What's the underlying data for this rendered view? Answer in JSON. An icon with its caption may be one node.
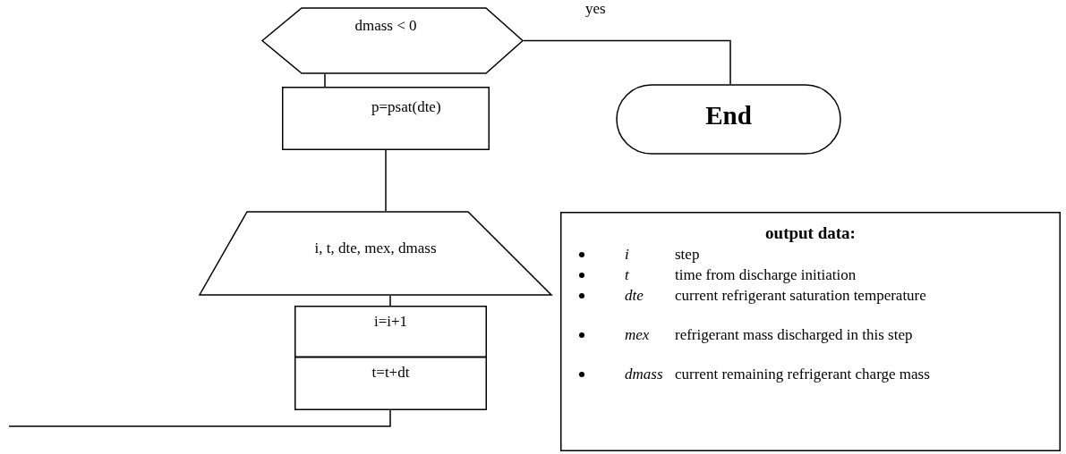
{
  "diagram": {
    "nodes": [
      {
        "text": [
          "dmass < 0"
        ]
      },
      {
        "text": [
          "p=psat(dte)"
        ]
      },
      {
        "text": [
          "i, t, dte, mex, dmass"
        ]
      },
      {
        "text": [
          "i=i+1"
        ]
      },
      {
        "text": [
          "t=t+dt"
        ]
      },
      {
        "text": [
          "End"
        ]
      },
      {
        "text": [
          "output data:",
          "i",
          "step",
          "t",
          "time from discharge initiation",
          "dte",
          "current refrigerant saturation temperature",
          "mex",
          "refrigerant mass discharged in this step",
          "dmass",
          "current remaining refrigerant charge mass"
        ]
      }
    ],
    "edges": [
      {
        "from": 0,
        "to": 5,
        "label": "yes",
        "arrow": "none"
      },
      {
        "from": 0,
        "to": 1,
        "arrow": "none"
      },
      {
        "from": 1,
        "to": 2,
        "arrow": "none"
      },
      {
        "from": 2,
        "to": 3,
        "arrow": "none"
      },
      {
        "from": 4,
        "to": null,
        "arrow": "none"
      }
    ]
  }
}
